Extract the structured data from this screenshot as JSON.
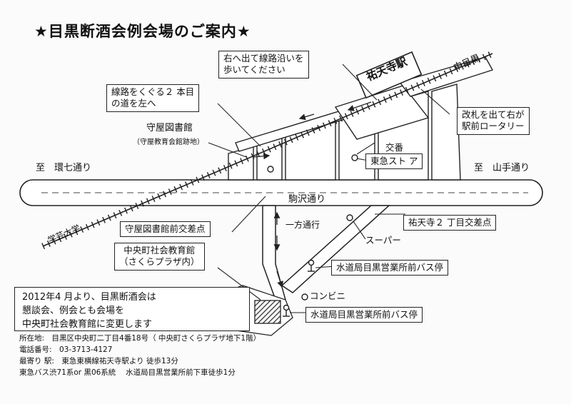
{
  "title": "★目黒断酒会例会場のご案内★",
  "stations": {
    "yutenji": "祐天寺駅",
    "nakameguro": "中目黒"
  },
  "directions": {
    "to_kannana": "至　環七通り",
    "to_yamate": "至　山手通り",
    "gakugei": "学芸大学"
  },
  "streets": {
    "komazawa": "駒沢通り",
    "oneway": "一方通行"
  },
  "callouts": {
    "exit_walk": [
      "右へ出て線路沿いを",
      "歩いてください"
    ],
    "second_street": [
      "線路をくぐる２ 本目",
      "の道を左へ"
    ],
    "ticket_gate": [
      "改札を出て右が",
      "駅前ロータリー"
    ],
    "library": "守屋図書館",
    "library_sub": "（守屋教育会館跡地）",
    "police": "交番",
    "tokyu_store": "東急スト ア",
    "library_crossing": "守屋図書館前交差点",
    "yutenji_crossing": "祐天寺２ 丁目交差点",
    "supermarket": "スーパー",
    "bus_stop_1": "水道局目黒営業所前バス停",
    "bus_stop_2": "水道局目黒営業所前バス停",
    "convenience": "コンビニ",
    "venue": [
      "中央町社会教育館",
      "（さくらプラザ内）"
    ]
  },
  "notice": [
    "2012年4 月より、目黒断酒会は",
    "懇談会、例会とも会場を",
    "中央町社会教育館に変更します"
  ],
  "info": {
    "address": "所在地:　目黒区中央町二丁目4番18号（ 中央町さくらプラザ地下1階）",
    "phone": "電話番号:　03-3713-4127",
    "station": "最寄り 駅:　東急東横線祐天寺駅より 徒歩13分",
    "bus": "東急バス渋71系or 黒06系統　 水道局目黒営業所前下車徒歩1分"
  },
  "colors": {
    "ink": "#222222",
    "paper": "#fbfbfb",
    "venue_hatch": "#333333"
  }
}
